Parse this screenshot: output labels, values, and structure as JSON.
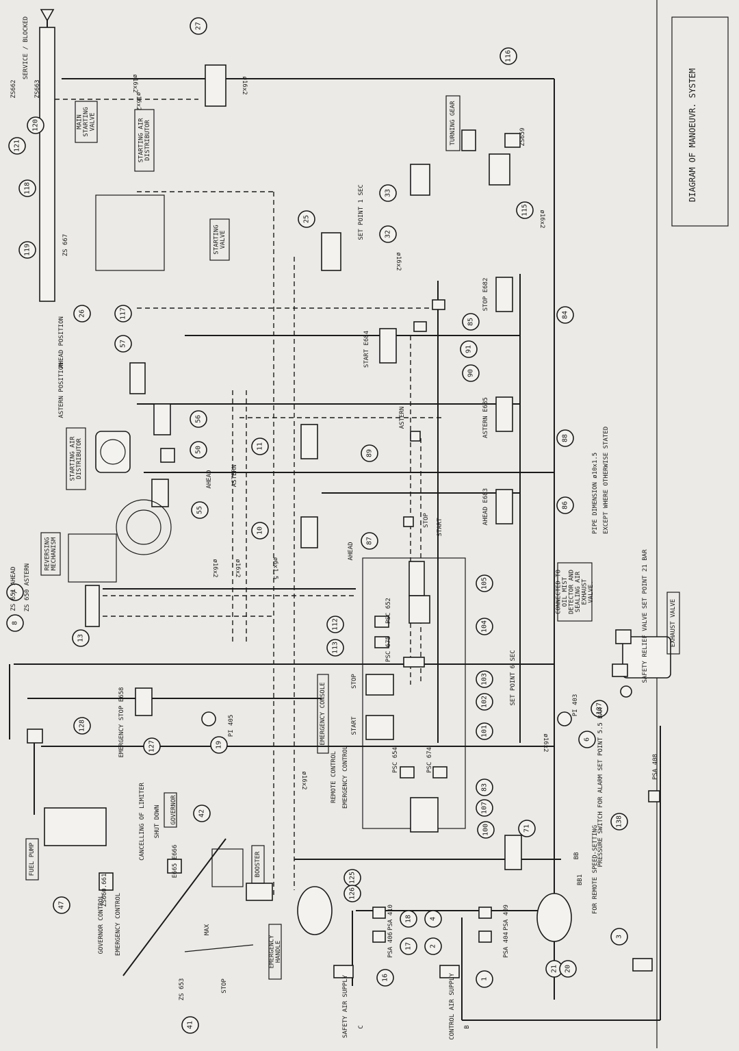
{
  "title": "DIAGRAM OF MANOEUVR. SYSTEM",
  "pipe_note": [
    "PIPE DIMENSION ø10x1.5",
    "EXCEPT WHERE OTHERWISE STATED"
  ],
  "pipe_sizes": [
    "ø16x2",
    "ø16x2",
    "ø16x2",
    "ø16x2",
    "ø16x2",
    "ø16x2",
    "ø16x2",
    "ø16x2",
    "ø16x2",
    "ø6x1.5"
  ],
  "boxes": [
    "MAIN STARTING VALVE",
    "STARTING AIR DISTRIBUTOR",
    "STARTING VALVE",
    "TURNING GEAR",
    "STARTING AIR DISTRIBUTOR",
    "REVERSING MECHANISM",
    "EMERGENCY CONSOLE",
    "FUEL PUMP",
    "GOVERNOR",
    "BOOSTER",
    "EMERGENCY HANDLE",
    "CONNECTED TO OIL MIST DETECTOR AND SEALING AIR EXHAUST VALVE.",
    "EXHAUST VALVE"
  ],
  "labels": [
    "SERVICE / BLOCKED",
    "ZS662",
    "ZS663",
    "ZS 667",
    "ZS659",
    "SET POINT 1 SEC",
    "STOP E682",
    "START E684",
    "ASTERN E685",
    "AHEAD E683",
    "AHEAD POSITION",
    "ASTERN POSITION",
    "AHEAD",
    "ASTERN",
    "ASTERN",
    "AHEAD",
    "STOP",
    "START",
    "ZS 651 AHEAD",
    "ZS 650 ASTERN",
    "PSC 652",
    "PSC 675",
    "SET POINT 6 SEC",
    "STOP",
    "START",
    "PSC 654",
    "PSC 674",
    "EMERGENCY CONTROL",
    "REMOTE CONTROL",
    "EMERGENCY STOP E658",
    "PI 405",
    "PI 403",
    "SAFETY RELIEF VALVE SET POINT 21 BAR",
    "PRESSURE SWITCH FOR ALARM SET POINT 5.5 BAR",
    "PSA 408",
    "CANCELLING OF LIMITER",
    "SHUT DOWN",
    "E665 E666",
    "ZS660.661",
    "GOVERNOR CONTROL",
    "EMERGENCY CONTROL",
    "MAX",
    "STOP",
    "ZS 653",
    "PSA 410",
    "PSA 406",
    "PSA 409",
    "PSA 404",
    "BB",
    "BB1",
    "FOR REMOTE SPEED-SETTING",
    "SAFETY AIR SUPPLY",
    "CONTROL AIR SUPPLY",
    "C",
    "B"
  ],
  "refs": [
    "121",
    "120",
    "118",
    "119",
    "26",
    "117",
    "27",
    "25",
    "32",
    "33",
    "116",
    "115",
    "84",
    "85",
    "91",
    "90",
    "57",
    "56",
    "50",
    "55",
    "11",
    "89",
    "88",
    "10",
    "87",
    "86",
    "7",
    "8",
    "13",
    "105",
    "104",
    "112",
    "113",
    "103",
    "102",
    "101",
    "128",
    "127",
    "19",
    "83",
    "107",
    "100",
    "71",
    "6",
    "137",
    "138",
    "42",
    "47",
    "125",
    "126",
    "18",
    "17",
    "4",
    "2",
    "16",
    "1",
    "41",
    "21",
    "20",
    "3"
  ]
}
